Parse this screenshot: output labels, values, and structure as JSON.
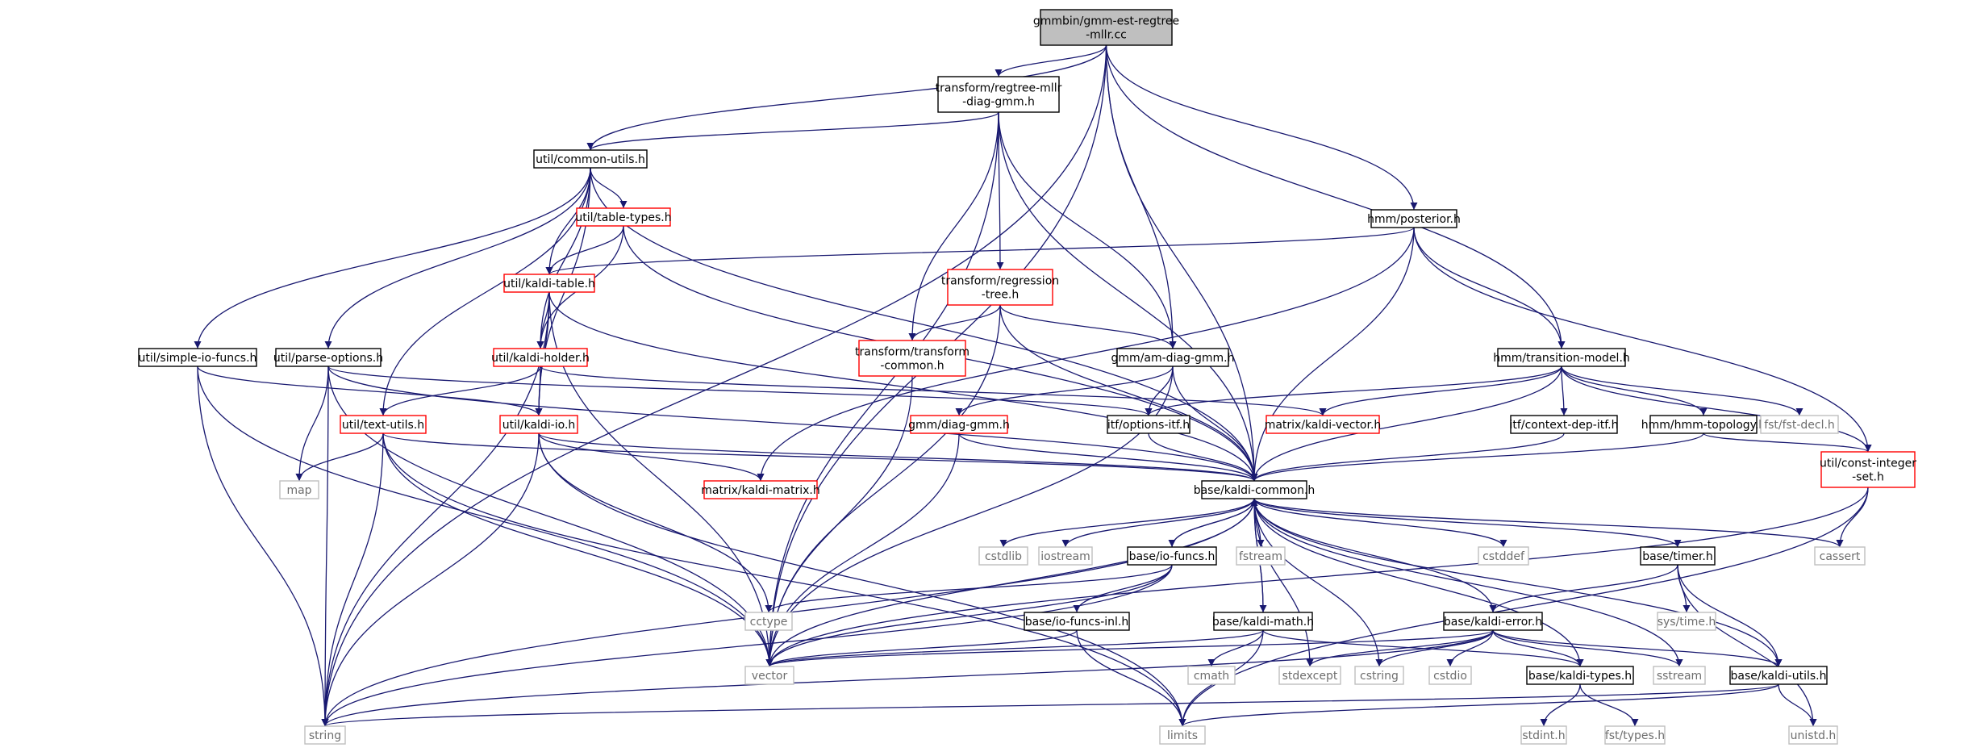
{
  "colors": {
    "edge": "#191970",
    "root_fill": "#bfbfbf",
    "root_border": "#000000",
    "normal_border": "#000000",
    "external_border": "#ff0000",
    "system_border": "#bfbfbf"
  },
  "nodes": [
    {
      "id": "root",
      "lines": [
        "gmmbin/gmm-est-regtree",
        "-mllr.cc"
      ],
      "kind": "root"
    },
    {
      "id": "regtree_mllr",
      "lines": [
        "transform/regtree-mllr",
        "-diag-gmm.h"
      ],
      "kind": "normal"
    },
    {
      "id": "common_utils",
      "lines": [
        "util/common-utils.h"
      ],
      "kind": "normal"
    },
    {
      "id": "posterior",
      "lines": [
        "hmm/posterior.h"
      ],
      "kind": "normal"
    },
    {
      "id": "table_types",
      "lines": [
        "util/table-types.h"
      ],
      "kind": "external"
    },
    {
      "id": "regression_tree",
      "lines": [
        "transform/regression",
        "-tree.h"
      ],
      "kind": "external"
    },
    {
      "id": "kaldi_table",
      "lines": [
        "util/kaldi-table.h"
      ],
      "kind": "external"
    },
    {
      "id": "simple_io",
      "lines": [
        "util/simple-io-funcs.h"
      ],
      "kind": "normal"
    },
    {
      "id": "parse_options",
      "lines": [
        "util/parse-options.h"
      ],
      "kind": "normal"
    },
    {
      "id": "kaldi_holder",
      "lines": [
        "util/kaldi-holder.h"
      ],
      "kind": "external"
    },
    {
      "id": "transform_common",
      "lines": [
        "transform/transform",
        "-common.h"
      ],
      "kind": "external"
    },
    {
      "id": "am_diag_gmm",
      "lines": [
        "gmm/am-diag-gmm.h"
      ],
      "kind": "normal"
    },
    {
      "id": "transition_model",
      "lines": [
        "hmm/transition-model.h"
      ],
      "kind": "normal"
    },
    {
      "id": "text_utils",
      "lines": [
        "util/text-utils.h"
      ],
      "kind": "external"
    },
    {
      "id": "kaldi_io",
      "lines": [
        "util/kaldi-io.h"
      ],
      "kind": "external"
    },
    {
      "id": "diag_gmm",
      "lines": [
        "gmm/diag-gmm.h"
      ],
      "kind": "external"
    },
    {
      "id": "options_itf",
      "lines": [
        "itf/options-itf.h"
      ],
      "kind": "normal"
    },
    {
      "id": "kaldi_vector",
      "lines": [
        "matrix/kaldi-vector.h"
      ],
      "kind": "external"
    },
    {
      "id": "context_dep",
      "lines": [
        "itf/context-dep-itf.h"
      ],
      "kind": "normal"
    },
    {
      "id": "hmm_topology",
      "lines": [
        "hmm/hmm-topology.h"
      ],
      "kind": "normal"
    },
    {
      "id": "fst_decl",
      "lines": [
        "fst/fst-decl.h"
      ],
      "kind": "system"
    },
    {
      "id": "const_integer",
      "lines": [
        "util/const-integer",
        "-set.h"
      ],
      "kind": "external"
    },
    {
      "id": "map",
      "lines": [
        "map"
      ],
      "kind": "system"
    },
    {
      "id": "kaldi_matrix",
      "lines": [
        "matrix/kaldi-matrix.h"
      ],
      "kind": "external"
    },
    {
      "id": "kaldi_common",
      "lines": [
        "base/kaldi-common.h"
      ],
      "kind": "normal"
    },
    {
      "id": "cstdlib",
      "lines": [
        "cstdlib"
      ],
      "kind": "system"
    },
    {
      "id": "iostream",
      "lines": [
        "iostream"
      ],
      "kind": "system"
    },
    {
      "id": "io_funcs",
      "lines": [
        "base/io-funcs.h"
      ],
      "kind": "normal"
    },
    {
      "id": "fstream",
      "lines": [
        "fstream"
      ],
      "kind": "system"
    },
    {
      "id": "cstddef",
      "lines": [
        "cstddef"
      ],
      "kind": "system"
    },
    {
      "id": "timer",
      "lines": [
        "base/timer.h"
      ],
      "kind": "normal"
    },
    {
      "id": "cassert",
      "lines": [
        "cassert"
      ],
      "kind": "system"
    },
    {
      "id": "cctype",
      "lines": [
        "cctype"
      ],
      "kind": "system"
    },
    {
      "id": "io_funcs_inl",
      "lines": [
        "base/io-funcs-inl.h"
      ],
      "kind": "normal"
    },
    {
      "id": "kaldi_math",
      "lines": [
        "base/kaldi-math.h"
      ],
      "kind": "normal"
    },
    {
      "id": "kaldi_error",
      "lines": [
        "base/kaldi-error.h"
      ],
      "kind": "normal"
    },
    {
      "id": "sys_time",
      "lines": [
        "sys/time.h"
      ],
      "kind": "system"
    },
    {
      "id": "vector",
      "lines": [
        "vector"
      ],
      "kind": "system"
    },
    {
      "id": "cmath",
      "lines": [
        "cmath"
      ],
      "kind": "system"
    },
    {
      "id": "stdexcept",
      "lines": [
        "stdexcept"
      ],
      "kind": "system"
    },
    {
      "id": "cstring",
      "lines": [
        "cstring"
      ],
      "kind": "system"
    },
    {
      "id": "cstdio",
      "lines": [
        "cstdio"
      ],
      "kind": "system"
    },
    {
      "id": "kaldi_types",
      "lines": [
        "base/kaldi-types.h"
      ],
      "kind": "normal"
    },
    {
      "id": "sstream",
      "lines": [
        "sstream"
      ],
      "kind": "system"
    },
    {
      "id": "kaldi_utils",
      "lines": [
        "base/kaldi-utils.h"
      ],
      "kind": "normal"
    },
    {
      "id": "string",
      "lines": [
        "string"
      ],
      "kind": "system"
    },
    {
      "id": "limits",
      "lines": [
        "limits"
      ],
      "kind": "system"
    },
    {
      "id": "stdint",
      "lines": [
        "stdint.h"
      ],
      "kind": "system"
    },
    {
      "id": "fst_types",
      "lines": [
        "fst/types.h"
      ],
      "kind": "system"
    },
    {
      "id": "unistd",
      "lines": [
        "unistd.h"
      ],
      "kind": "system"
    }
  ],
  "edges": [
    [
      "root",
      "regtree_mllr"
    ],
    [
      "root",
      "common_utils"
    ],
    [
      "root",
      "posterior"
    ],
    [
      "root",
      "am_diag_gmm"
    ],
    [
      "root",
      "transition_model"
    ],
    [
      "root",
      "kaldi_common"
    ],
    [
      "root",
      "vector"
    ],
    [
      "root",
      "string"
    ],
    [
      "regtree_mllr",
      "common_utils"
    ],
    [
      "regtree_mllr",
      "regression_tree"
    ],
    [
      "regtree_mllr",
      "transform_common"
    ],
    [
      "regtree_mllr",
      "am_diag_gmm"
    ],
    [
      "regtree_mllr",
      "kaldi_common"
    ],
    [
      "regtree_mllr",
      "vector"
    ],
    [
      "common_utils",
      "table_types"
    ],
    [
      "common_utils",
      "kaldi_table"
    ],
    [
      "common_utils",
      "simple_io"
    ],
    [
      "common_utils",
      "parse_options"
    ],
    [
      "common_utils",
      "kaldi_holder"
    ],
    [
      "common_utils",
      "text_utils"
    ],
    [
      "common_utils",
      "kaldi_io"
    ],
    [
      "common_utils",
      "kaldi_common"
    ],
    [
      "table_types",
      "kaldi_table"
    ],
    [
      "table_types",
      "kaldi_holder"
    ],
    [
      "table_types",
      "kaldi_common"
    ],
    [
      "kaldi_table",
      "kaldi_holder"
    ],
    [
      "kaldi_table",
      "kaldi_io"
    ],
    [
      "kaldi_table",
      "kaldi_common"
    ],
    [
      "kaldi_table",
      "vector"
    ],
    [
      "kaldi_table",
      "string"
    ],
    [
      "kaldi_holder",
      "text_utils"
    ],
    [
      "kaldi_holder",
      "kaldi_io"
    ],
    [
      "kaldi_holder",
      "kaldi_vector"
    ],
    [
      "simple_io",
      "kaldi_io"
    ],
    [
      "simple_io",
      "string"
    ],
    [
      "simple_io",
      "vector"
    ],
    [
      "parse_options",
      "map"
    ],
    [
      "parse_options",
      "options_itf"
    ],
    [
      "parse_options",
      "kaldi_common"
    ],
    [
      "parse_options",
      "string"
    ],
    [
      "parse_options",
      "vector"
    ],
    [
      "text_utils",
      "map"
    ],
    [
      "text_utils",
      "kaldi_common"
    ],
    [
      "text_utils",
      "string"
    ],
    [
      "text_utils",
      "vector"
    ],
    [
      "text_utils",
      "limits"
    ],
    [
      "kaldi_io",
      "kaldi_common"
    ],
    [
      "kaldi_io",
      "kaldi_matrix"
    ],
    [
      "kaldi_io",
      "cctype"
    ],
    [
      "kaldi_io",
      "string"
    ],
    [
      "kaldi_io",
      "limits"
    ],
    [
      "posterior",
      "kaldi_table"
    ],
    [
      "posterior",
      "transition_model"
    ],
    [
      "posterior",
      "kaldi_common"
    ],
    [
      "posterior",
      "kaldi_matrix"
    ],
    [
      "posterior",
      "const_integer"
    ],
    [
      "regression_tree",
      "transform_common"
    ],
    [
      "regression_tree",
      "am_diag_gmm"
    ],
    [
      "regression_tree",
      "kaldi_common"
    ],
    [
      "regression_tree",
      "vector"
    ],
    [
      "transform_common",
      "vector"
    ],
    [
      "am_diag_gmm",
      "diag_gmm"
    ],
    [
      "am_diag_gmm",
      "options_itf"
    ],
    [
      "am_diag_gmm",
      "kaldi_common"
    ],
    [
      "am_diag_gmm",
      "vector"
    ],
    [
      "diag_gmm",
      "kaldi_common"
    ],
    [
      "diag_gmm",
      "vector"
    ],
    [
      "options_itf",
      "kaldi_common"
    ],
    [
      "transition_model",
      "options_itf"
    ],
    [
      "transition_model",
      "kaldi_vector"
    ],
    [
      "transition_model",
      "context_dep"
    ],
    [
      "transition_model",
      "hmm_topology"
    ],
    [
      "transition_model",
      "fst_decl"
    ],
    [
      "transition_model",
      "kaldi_common"
    ],
    [
      "transition_model",
      "const_integer"
    ],
    [
      "context_dep",
      "kaldi_common"
    ],
    [
      "hmm_topology",
      "kaldi_common"
    ],
    [
      "hmm_topology",
      "const_integer"
    ],
    [
      "const_integer",
      "cassert"
    ],
    [
      "const_integer",
      "vector"
    ],
    [
      "const_integer",
      "limits"
    ],
    [
      "kaldi_common",
      "cstdlib"
    ],
    [
      "kaldi_common",
      "iostream"
    ],
    [
      "kaldi_common",
      "io_funcs"
    ],
    [
      "kaldi_common",
      "fstream"
    ],
    [
      "kaldi_common",
      "cstddef"
    ],
    [
      "kaldi_common",
      "timer"
    ],
    [
      "kaldi_common",
      "cassert"
    ],
    [
      "kaldi_common",
      "kaldi_math"
    ],
    [
      "kaldi_common",
      "kaldi_error"
    ],
    [
      "kaldi_common",
      "vector"
    ],
    [
      "kaldi_common",
      "string"
    ],
    [
      "kaldi_common",
      "stdexcept"
    ],
    [
      "kaldi_common",
      "cstring"
    ],
    [
      "kaldi_common",
      "kaldi_types"
    ],
    [
      "kaldi_common",
      "sstream"
    ],
    [
      "kaldi_common",
      "kaldi_utils"
    ],
    [
      "io_funcs",
      "kaldi_common"
    ],
    [
      "io_funcs",
      "cctype"
    ],
    [
      "io_funcs",
      "io_funcs_inl"
    ],
    [
      "io_funcs",
      "vector"
    ],
    [
      "io_funcs",
      "string"
    ],
    [
      "io_funcs_inl",
      "vector"
    ],
    [
      "io_funcs_inl",
      "limits"
    ],
    [
      "kaldi_math",
      "kaldi_common"
    ],
    [
      "kaldi_math",
      "cmath"
    ],
    [
      "kaldi_math",
      "limits"
    ],
    [
      "kaldi_math",
      "vector"
    ],
    [
      "kaldi_math",
      "kaldi_types"
    ],
    [
      "timer",
      "kaldi_error"
    ],
    [
      "timer",
      "sys_time"
    ],
    [
      "timer",
      "kaldi_utils"
    ],
    [
      "timer",
      "unistd"
    ],
    [
      "kaldi_error",
      "vector"
    ],
    [
      "kaldi_error",
      "stdexcept"
    ],
    [
      "kaldi_error",
      "cstring"
    ],
    [
      "kaldi_error",
      "cstdio"
    ],
    [
      "kaldi_error",
      "kaldi_types"
    ],
    [
      "kaldi_error",
      "sstream"
    ],
    [
      "kaldi_error",
      "kaldi_utils"
    ],
    [
      "kaldi_error",
      "string"
    ],
    [
      "kaldi_types",
      "stdint"
    ],
    [
      "kaldi_types",
      "fst_types"
    ],
    [
      "kaldi_utils",
      "string"
    ],
    [
      "kaldi_utils",
      "limits"
    ],
    [
      "kaldi_utils",
      "unistd"
    ]
  ]
}
